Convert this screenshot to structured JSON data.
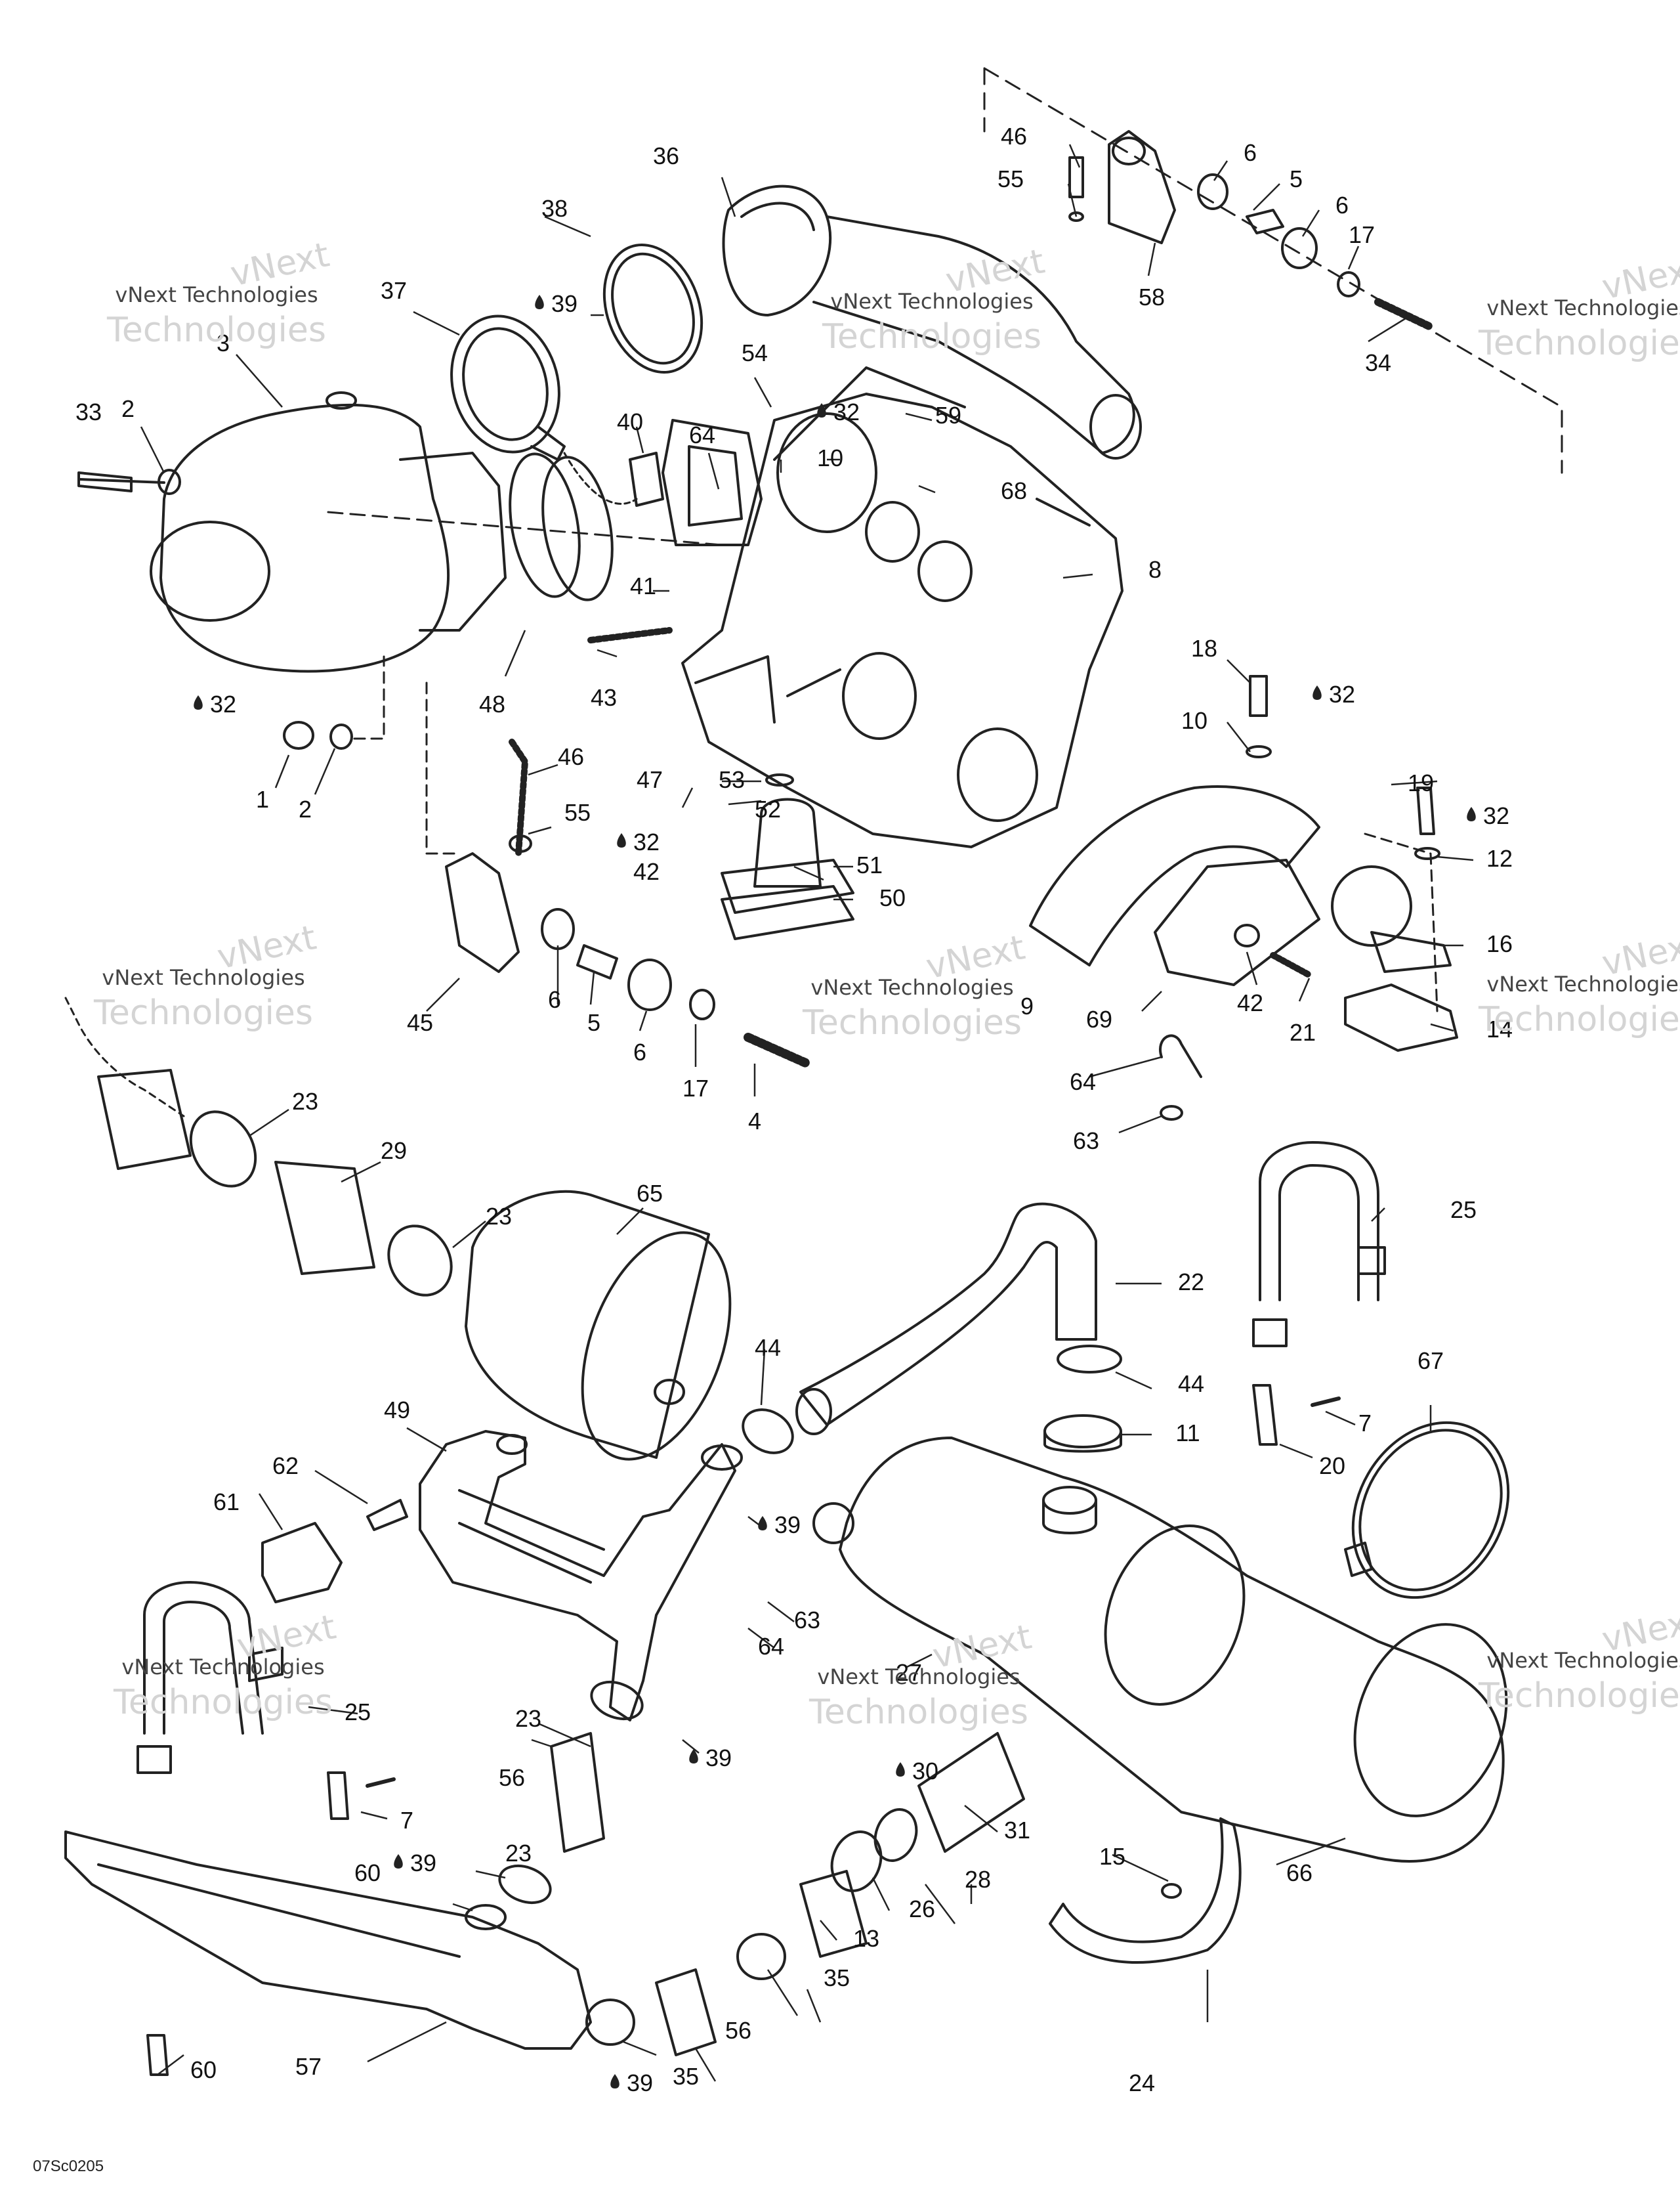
{
  "figure_code": "07Sc0205",
  "watermark": {
    "brand": "vNext",
    "line1": "vNext Technologies",
    "line2": "Technologies"
  },
  "callouts": [
    "1",
    "2",
    "3",
    "4",
    "5",
    "6",
    "7",
    "8",
    "9",
    "10",
    "11",
    "12",
    "13",
    "14",
    "15",
    "16",
    "17",
    "18",
    "19",
    "20",
    "21",
    "22",
    "23",
    "24",
    "25",
    "26",
    "27",
    "28",
    "29",
    "30",
    "31",
    "32",
    "33",
    "34",
    "35",
    "36",
    "37",
    "38",
    "39",
    "40",
    "41",
    "42",
    "43",
    "44",
    "45",
    "46",
    "47",
    "48",
    "49",
    "50",
    "51",
    "52",
    "53",
    "54",
    "55",
    "56",
    "57",
    "58",
    "59",
    "60",
    "61",
    "62",
    "63",
    "64",
    "65",
    "66",
    "67",
    "68",
    "69"
  ],
  "sealant_marked": [
    "30",
    "32",
    "39"
  ]
}
